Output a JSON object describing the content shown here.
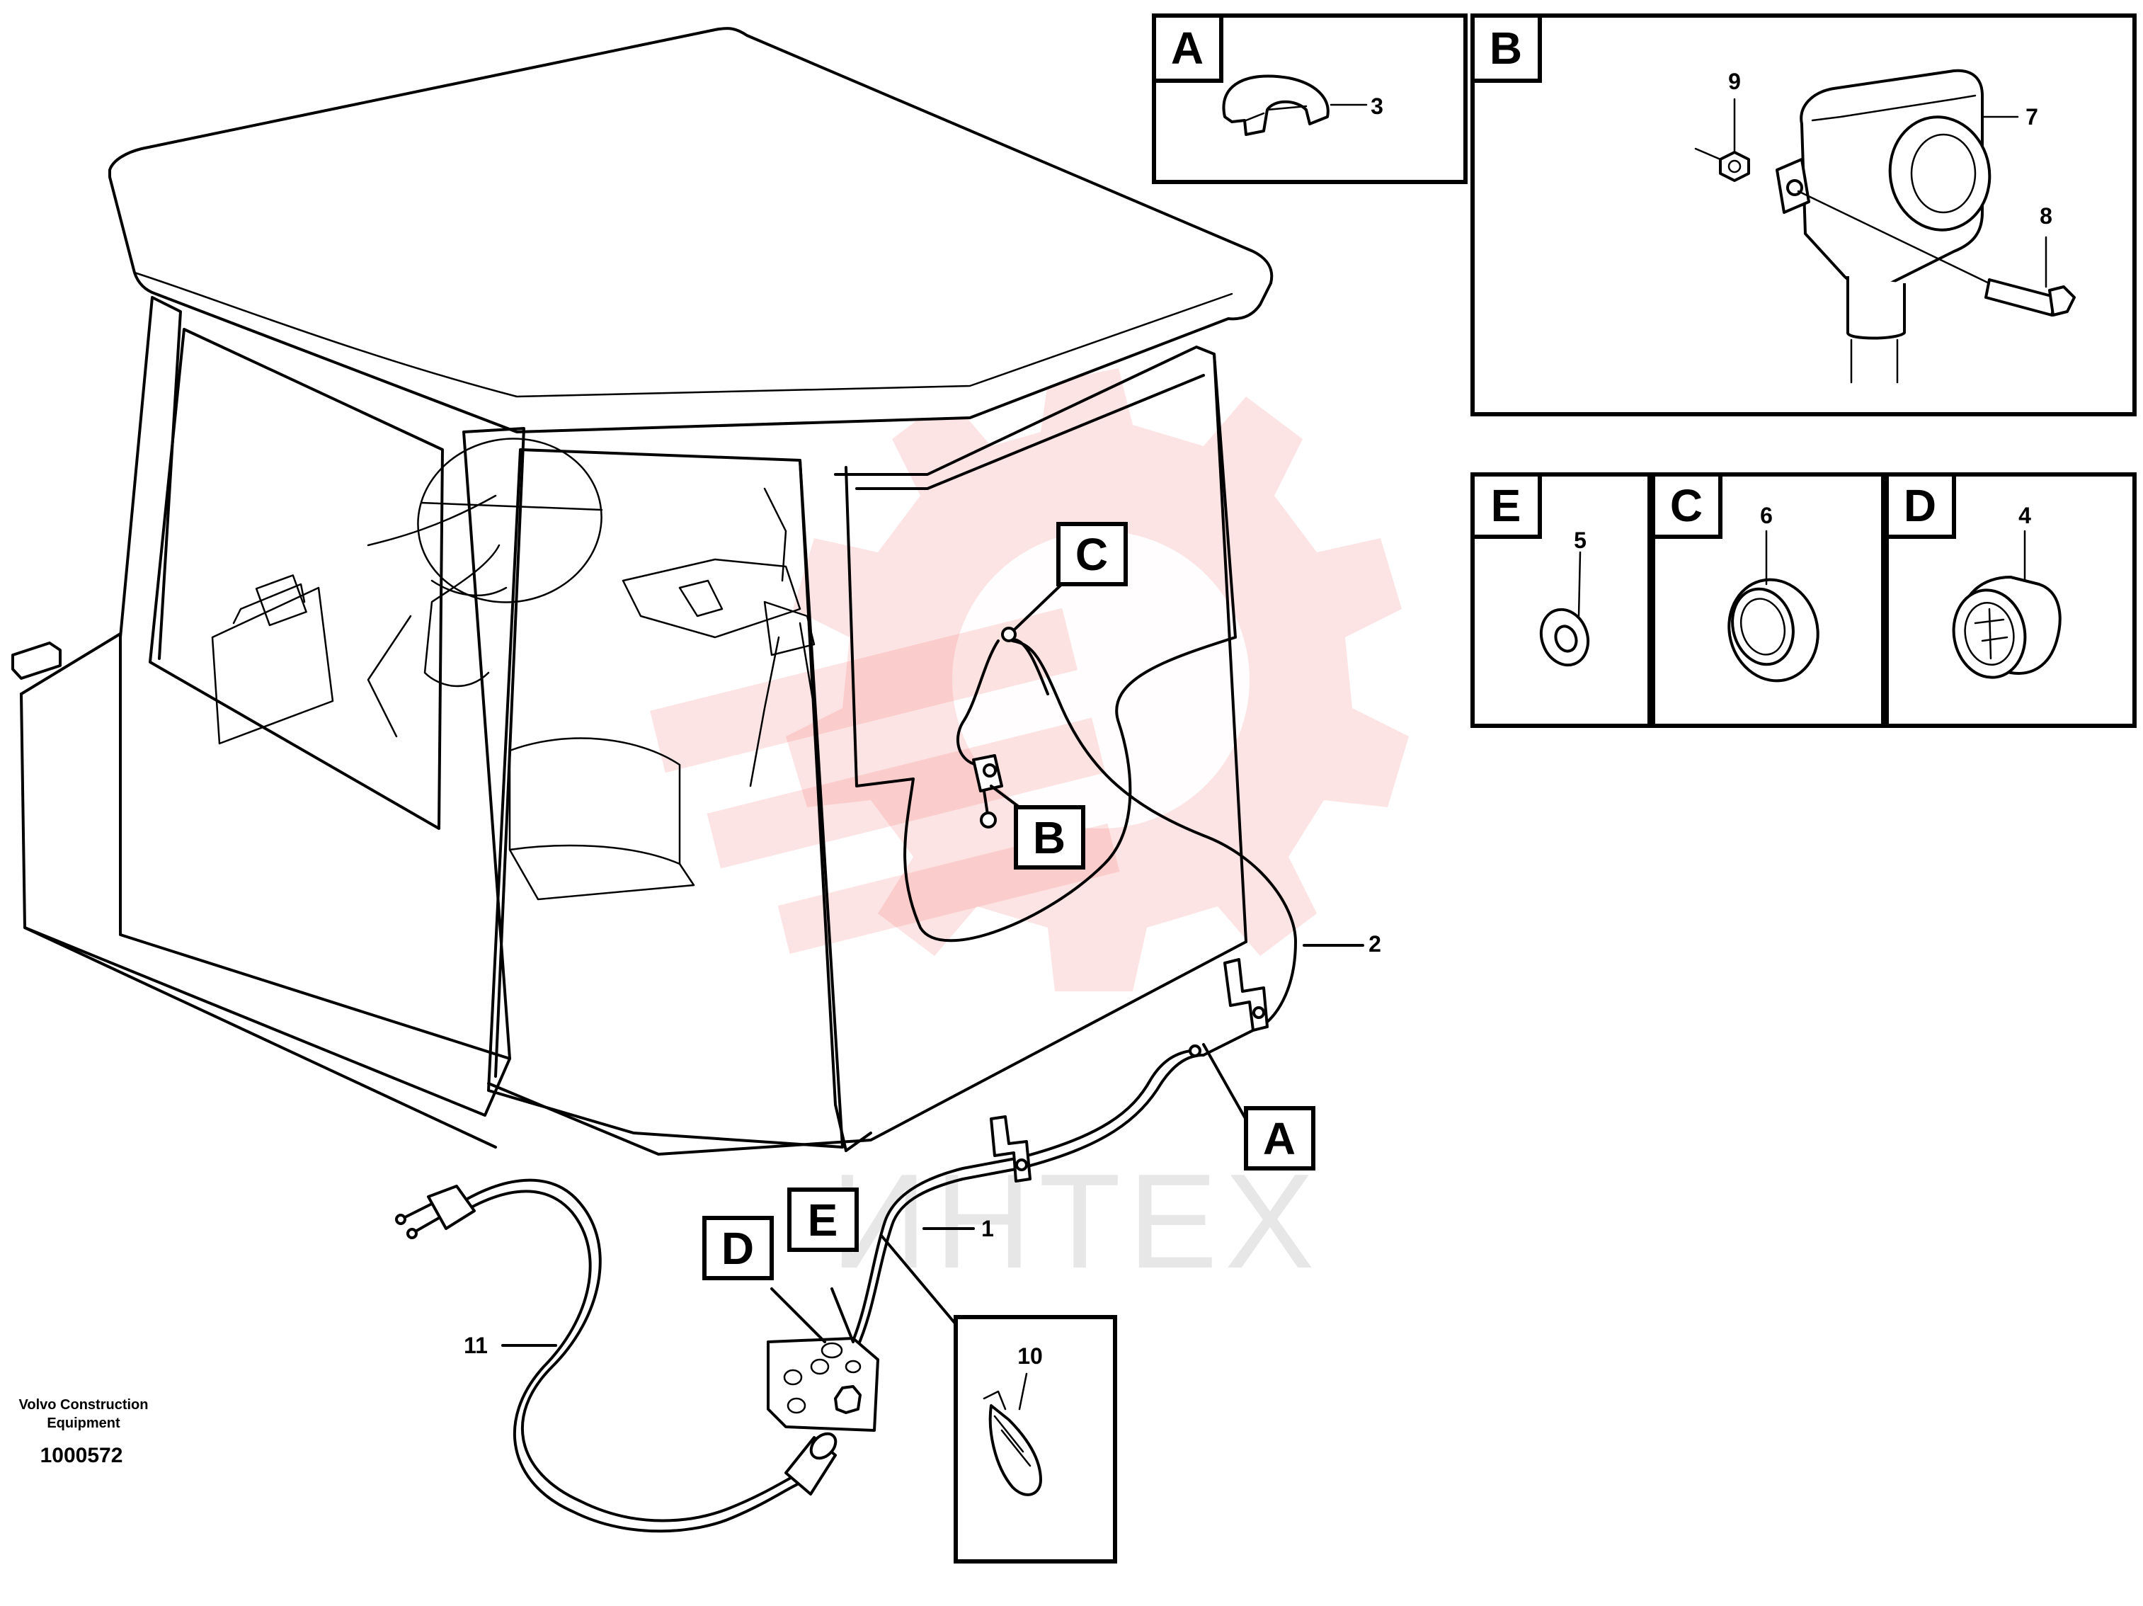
{
  "callouts": {
    "A": "A",
    "B": "B",
    "C": "C",
    "D": "D",
    "E": "E"
  },
  "part_numbers": {
    "p1": "1",
    "p2": "2",
    "p3": "3",
    "p4": "4",
    "p5": "5",
    "p6": "6",
    "p7": "7",
    "p8": "8",
    "p9": "9",
    "p10": "10",
    "p11": "11"
  },
  "publisher": {
    "line1": "Volvo Construction",
    "line2": "Equipment",
    "doc_id": "1000572"
  },
  "watermark": {
    "text": "ИНТЕХ"
  },
  "colors": {
    "watermark": "#ee2b2b",
    "ink": "#000000",
    "background": "#ffffff"
  }
}
